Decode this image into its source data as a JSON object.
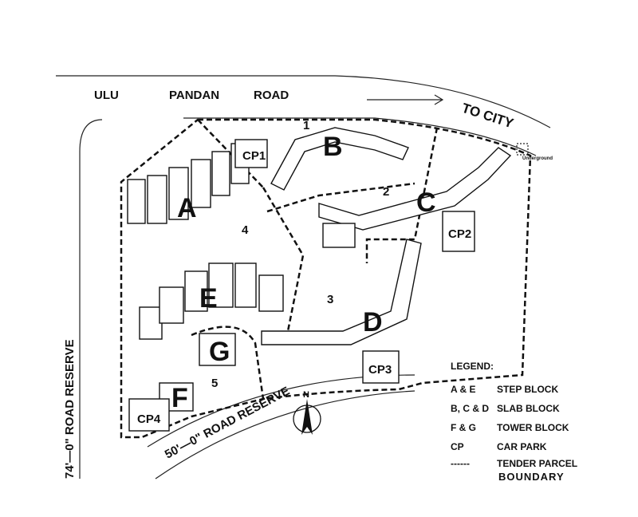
{
  "roads": {
    "top": [
      "ULU",
      "PANDAN",
      "ROAD"
    ],
    "to_city": "TO CITY",
    "left_reserve": "74'—0\" ROAD RESERVE",
    "bottom_reserve": "50'—0\" ROAD RESERVE"
  },
  "parcels": [
    "1",
    "2",
    "3",
    "4",
    "5"
  ],
  "blocks": [
    "A",
    "B",
    "C",
    "D",
    "E",
    "F",
    "G"
  ],
  "car_parks": [
    "CP1",
    "CP2",
    "CP3",
    "CP4"
  ],
  "underground_note": "Underground",
  "north": "N",
  "legend": {
    "title": "LEGEND:",
    "items": [
      {
        "key": "A & E",
        "value": "STEP BLOCK"
      },
      {
        "key": "B, C & D",
        "value": "SLAB BLOCK"
      },
      {
        "key": "F & G",
        "value": "TOWER BLOCK"
      },
      {
        "key": "CP",
        "value": "CAR PARK"
      },
      {
        "key": "------",
        "value": "TENDER PARCEL"
      }
    ],
    "boundary_word": "BOUNDARY"
  }
}
